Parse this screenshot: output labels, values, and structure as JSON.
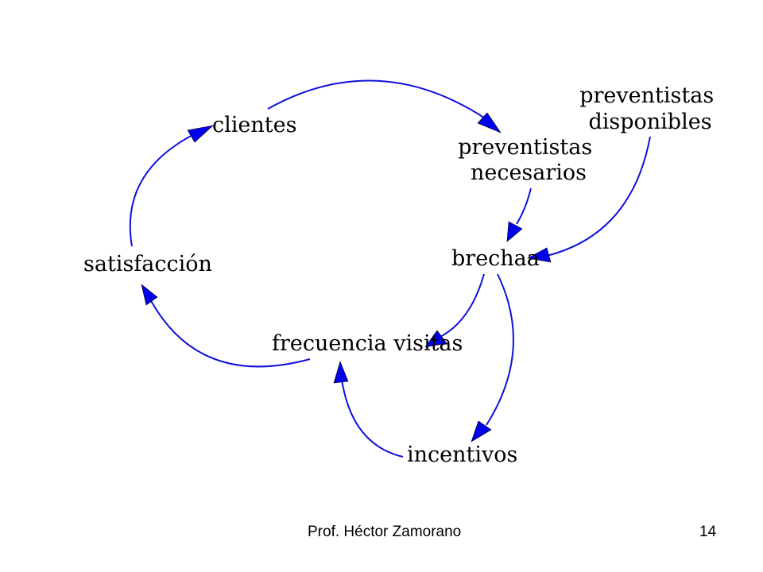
{
  "diagram": {
    "nodes": {
      "clientes": "clientes",
      "preventistas_necesarios": [
        "preventistas",
        "necesarios"
      ],
      "preventistas_disponibles": [
        "preventistas",
        "disponibles"
      ],
      "brechaa": "brechaa",
      "satisfaccion": "satisfacción",
      "frecuencia_visitas": "frecuencia visitas",
      "incentivos": "incentivos"
    },
    "links": [
      {
        "from": "clientes",
        "to": "preventistas_necesarios"
      },
      {
        "from": "preventistas_necesarios",
        "to": "brechaa"
      },
      {
        "from": "preventistas_disponibles",
        "to": "brechaa"
      },
      {
        "from": "brechaa",
        "to": "frecuencia_visitas"
      },
      {
        "from": "brechaa",
        "to": "incentivos"
      },
      {
        "from": "incentivos",
        "to": "frecuencia_visitas"
      },
      {
        "from": "frecuencia_visitas",
        "to": "satisfaccion"
      },
      {
        "from": "satisfaccion",
        "to": "clientes"
      }
    ],
    "colors": {
      "arc": "#1010dd",
      "arrowhead": "#0000ee",
      "text": "#000000"
    }
  },
  "footer": {
    "author": "Prof. Héctor Zamorano",
    "page_number": "14"
  }
}
